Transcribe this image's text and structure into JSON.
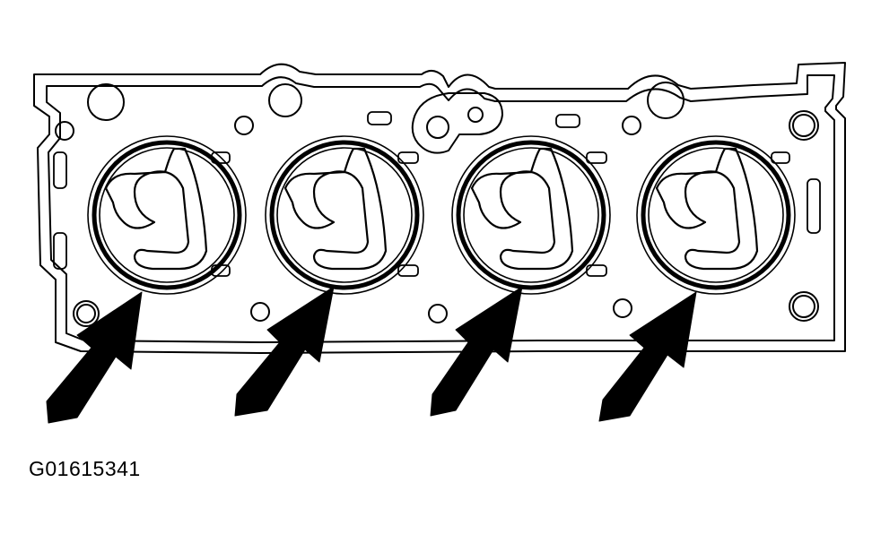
{
  "figure": {
    "id": "G01615341",
    "subject": "cylinder-head-gasket",
    "cylinder_count": 4,
    "arrow_count": 4,
    "arrow_targets": [
      "cylinder-1",
      "cylinder-2",
      "cylinder-3",
      "cylinder-4"
    ]
  },
  "colors": {
    "line": "#000000",
    "background": "#ffffff"
  }
}
